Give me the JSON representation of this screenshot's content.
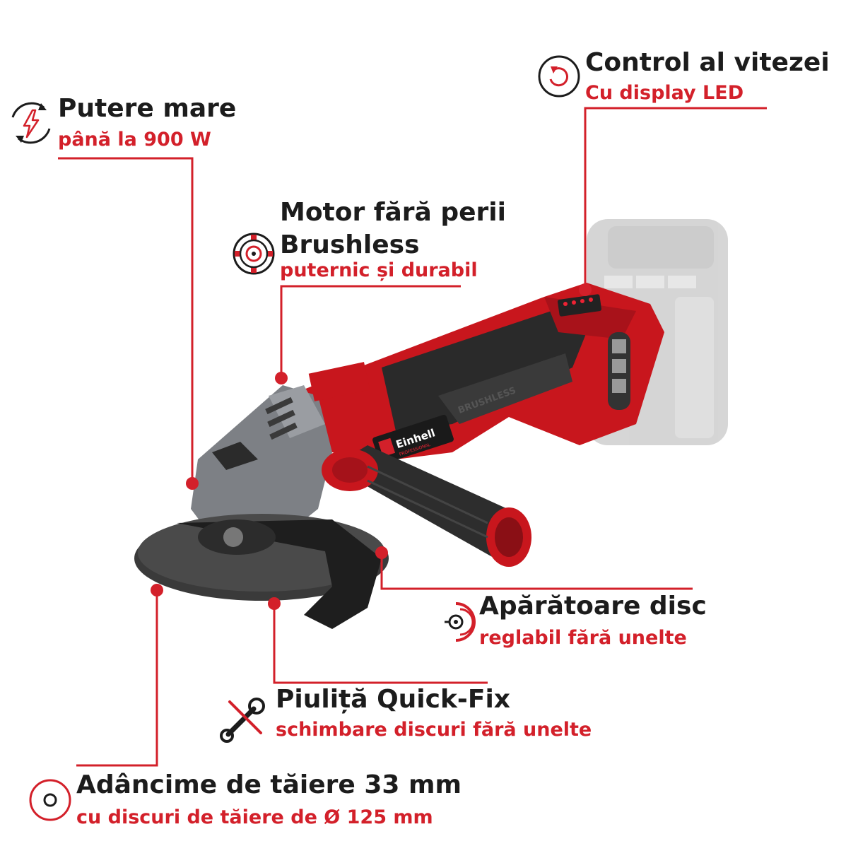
{
  "features": {
    "power": {
      "title": "Putere mare",
      "subtitle": "până la 900 W",
      "icon": "lightning-cycle-icon"
    },
    "speed": {
      "title": "Control al vitezei",
      "subtitle": "Cu display LED",
      "icon": "speed-rotate-icon"
    },
    "motor": {
      "title_line1": "Motor fără perii",
      "title_line2": "Brushless",
      "subtitle": "puternic și durabil",
      "icon": "brushless-motor-icon"
    },
    "guard": {
      "title": "Apărătoare disc",
      "subtitle": "reglabil fără unelte",
      "icon": "disc-guard-icon"
    },
    "nut": {
      "title": "Piuliță Quick-Fix",
      "subtitle": "schimbare discuri fără unelte",
      "icon": "wrench-crossed-icon"
    },
    "depth": {
      "title": "Adâncime de tăiere 33 mm",
      "subtitle": "cu discuri de tăiere de Ø 125 mm",
      "icon": "cutting-disc-icon"
    }
  },
  "product": {
    "brand": "Einhell",
    "brand_sub": "PROFESSIONAL",
    "housing_text": "BRUSHLESS"
  },
  "colors": {
    "accent": "#d3202a",
    "text": "#1c1c1c",
    "body_red": "#c8161d",
    "grey": "#8c8f94"
  }
}
